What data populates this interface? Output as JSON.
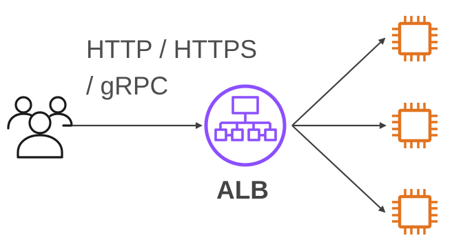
{
  "protocol_label": {
    "line1": "HTTP / HTTPS",
    "line2": "/ gRPC"
  },
  "load_balancer": {
    "label": "ALB",
    "icon": "application-load-balancer-icon",
    "color": "#8c4fff"
  },
  "clients": {
    "icon": "users-icon",
    "color": "#1a1a1a"
  },
  "targets": {
    "icon": "ec2-instance-icon",
    "count": 3,
    "color": "#e2731f"
  },
  "arrows": {
    "color": "#3f3f3f"
  }
}
